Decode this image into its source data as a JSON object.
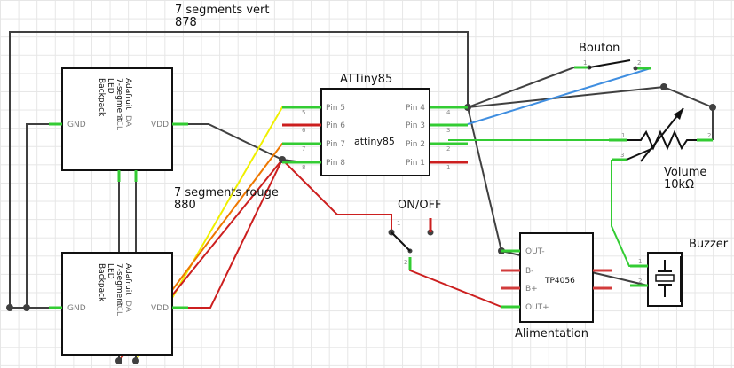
{
  "labels": {
    "seg_vert_name": "7 segments vert",
    "seg_vert_id": "878",
    "seg_rouge_name": "7 segments rouge",
    "seg_rouge_id": "880",
    "attiny_title": "ATTiny85",
    "attiny_center": "attiny85",
    "bouton": "Bouton",
    "onoff": "ON/OFF",
    "volume": "Volume",
    "volume_value": "10kΩ",
    "buzzer": "Buzzer",
    "alimentation": "Alimentation",
    "tp4056": "TP4056"
  },
  "backpack": {
    "line1": "Adafruit",
    "line1b": "DA",
    "line2": "7-segment",
    "line3": "LED",
    "line4": "Backpack",
    "gnd": "GND",
    "vdd": "VDD",
    "scl": "SCL"
  },
  "attiny_pins": {
    "p5": "Pin 5",
    "p6": "Pin 6",
    "p7": "Pin 7",
    "p8": "Pin 8",
    "p4": "Pin 4",
    "p3": "Pin 3",
    "p2": "Pin 2",
    "p1": "Pin 1",
    "n5": "5",
    "n6": "6",
    "n7": "7",
    "n8": "8",
    "n4": "4",
    "n3": "3",
    "n2": "2",
    "n1": "1"
  },
  "tp_pins": {
    "out_minus": "OUT-",
    "b_minus": "B-",
    "b_plus": "B+",
    "out_plus": "OUT+"
  },
  "pin_numbers": {
    "one": "1",
    "two": "2",
    "three": "3"
  },
  "colors": {
    "green": "#33cc33",
    "dark": "#404040",
    "red": "#cc1f1f",
    "orange": "#ee7700",
    "yellow": "#f0f000",
    "blue": "#3f8ee0",
    "stub_red": "#d23c3c"
  }
}
